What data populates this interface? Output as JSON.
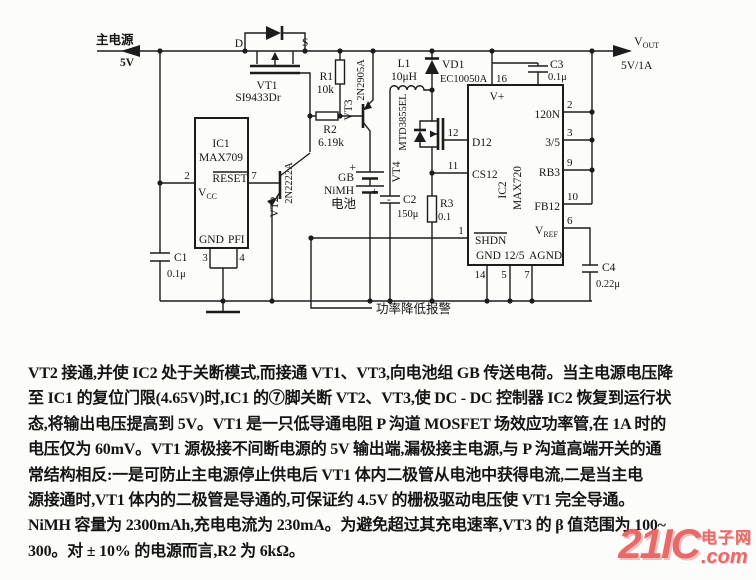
{
  "schematic": {
    "input": {
      "label": "主电源",
      "voltage": "5V"
    },
    "output": {
      "sym": "V",
      "sub": "OUT",
      "rating": "5V/1A"
    },
    "alarm_label": "功率降低报警",
    "vt1": {
      "ref": "VT1",
      "part": "SI9433Dr",
      "d": "D",
      "s": "S"
    },
    "vt2": {
      "ref": "VT2",
      "part": "2N2222A"
    },
    "vt3": {
      "ref": "VT3",
      "part": "2N2905A"
    },
    "vt4": {
      "ref": "VT4",
      "part": "MTD3855EL"
    },
    "r1": {
      "ref": "R1",
      "value": "10k"
    },
    "r2": {
      "ref": "R2",
      "value": "6.19k"
    },
    "r3": {
      "ref": "R3",
      "value": "0.1"
    },
    "l1": {
      "ref": "L1",
      "value": "10μH"
    },
    "vd1": {
      "ref": "VD1",
      "part": "EC10050A"
    },
    "battery": {
      "ref": "GB",
      "chem": "NiMH",
      "label": "电池",
      "plus": "+",
      "minus": "-"
    },
    "c1": {
      "ref": "C1",
      "value": "0.1μ"
    },
    "c2": {
      "ref": "C2",
      "value": "150μ",
      "plus": "+"
    },
    "c3": {
      "ref": "C3",
      "value": "0.1μ"
    },
    "c4": {
      "ref": "C4",
      "value": "0.22μ"
    },
    "ic1": {
      "ref": "IC1",
      "part": "MAX709",
      "reset": "RESET",
      "vcc_sym": "V",
      "vcc_sub": "CC",
      "gnd": "GND",
      "pfi": "PFI",
      "pin_vcc": "2",
      "pin_reset": "7",
      "pin_gnd": "3",
      "pin_pfi": "4"
    },
    "ic2": {
      "ref": "IC2",
      "part": "MAX720",
      "vplus": "V+",
      "pin16": "16",
      "d12": "D12",
      "pin12": "12",
      "cs12": "CS12",
      "pin11": "11",
      "shdn": "SHDN",
      "pin1": "1",
      "p120n": "120N",
      "pin2": "2",
      "p35": "3/5",
      "pin3": "3",
      "rb3": "RB3",
      "pin9": "9",
      "fb12": "FB12",
      "pin10": "10",
      "vref_sym": "V",
      "vref_sub": "REF",
      "pin6": "6",
      "gnd": "GND",
      "sel": "12/5",
      "agnd": "AGND",
      "pin14": "14",
      "pin5": "5",
      "pin7": "7"
    }
  },
  "description": {
    "lines": [
      "VT2 接通,并使 IC2 处于关断模式,而接通 VT1、VT3,向电池组 GB 传送电荷。当主电源电压降",
      "至 IC1 的复位门限(4.65V)时,IC1 的⑦脚关断 VT2、VT3,使 DC - DC 控制器 IC2 恢复到运行状",
      "态,将输出电压提高到 5V。VT1 是一只低导通电阻 P 沟道 MOSFET 场效应功率管,在 1A 时的",
      "电压仅为 60mV。VT1 源极接不间断电源的 5V 输出端,漏极接主电源,与 P 沟道高端开关的通",
      "常结构相反:一是可防止主电源停止供电后 VT1 体内二极管从电池中获得电流,二是当主电",
      "源接通时,VT1 体内的二极管是导通的,可保证约 4.5V 的栅极驱动电压使 VT1 完全导通。",
      "NiMH 容量为 2300mAh,充电电流为 230mA。为避免超过其充电速率,VT3 的 β 值范围为 100~",
      "300。对 ± 10% 的电源而言,R2 为 6kΩ。"
    ]
  },
  "watermark": {
    "brand": "21IC",
    "domain": ".com",
    "site": "电子网"
  }
}
